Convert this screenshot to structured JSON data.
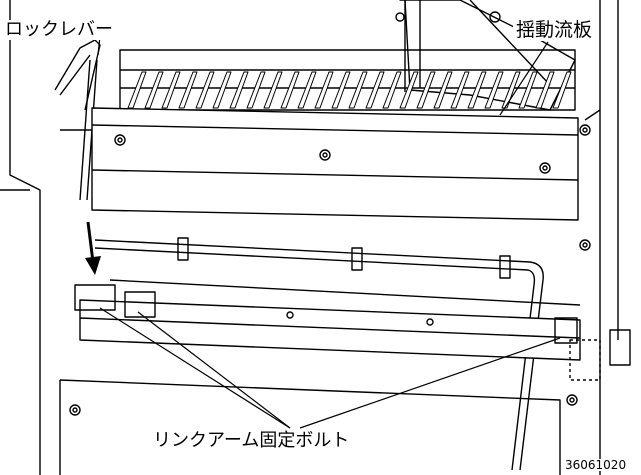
{
  "labels": {
    "lock_lever": "ロックレバー",
    "oscillating_plate": "揺動流板",
    "link_arm_bolt": "リンクアーム固定ボルト",
    "figure_code": "36061020"
  },
  "colors": {
    "line": "#000000",
    "background": "#ffffff"
  },
  "icons": {
    "arrow": "down-arrow-icon"
  }
}
